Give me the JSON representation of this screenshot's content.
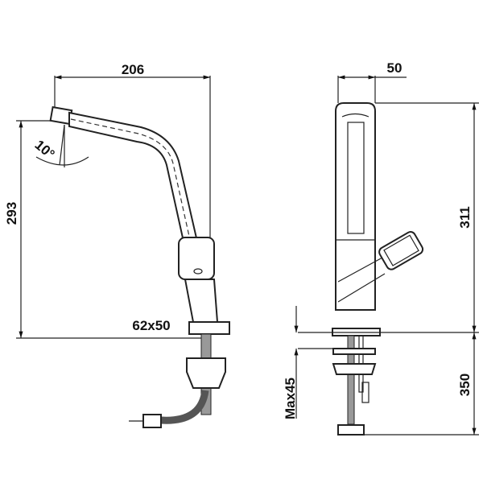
{
  "drawing": {
    "side_view": {
      "width_label": "206",
      "height_label": "293",
      "angle_label": "10°",
      "base_label": "62x50"
    },
    "front_view": {
      "width_label": "50",
      "height_label": "311",
      "hose_label": "350",
      "counter_label": "Max45"
    }
  }
}
